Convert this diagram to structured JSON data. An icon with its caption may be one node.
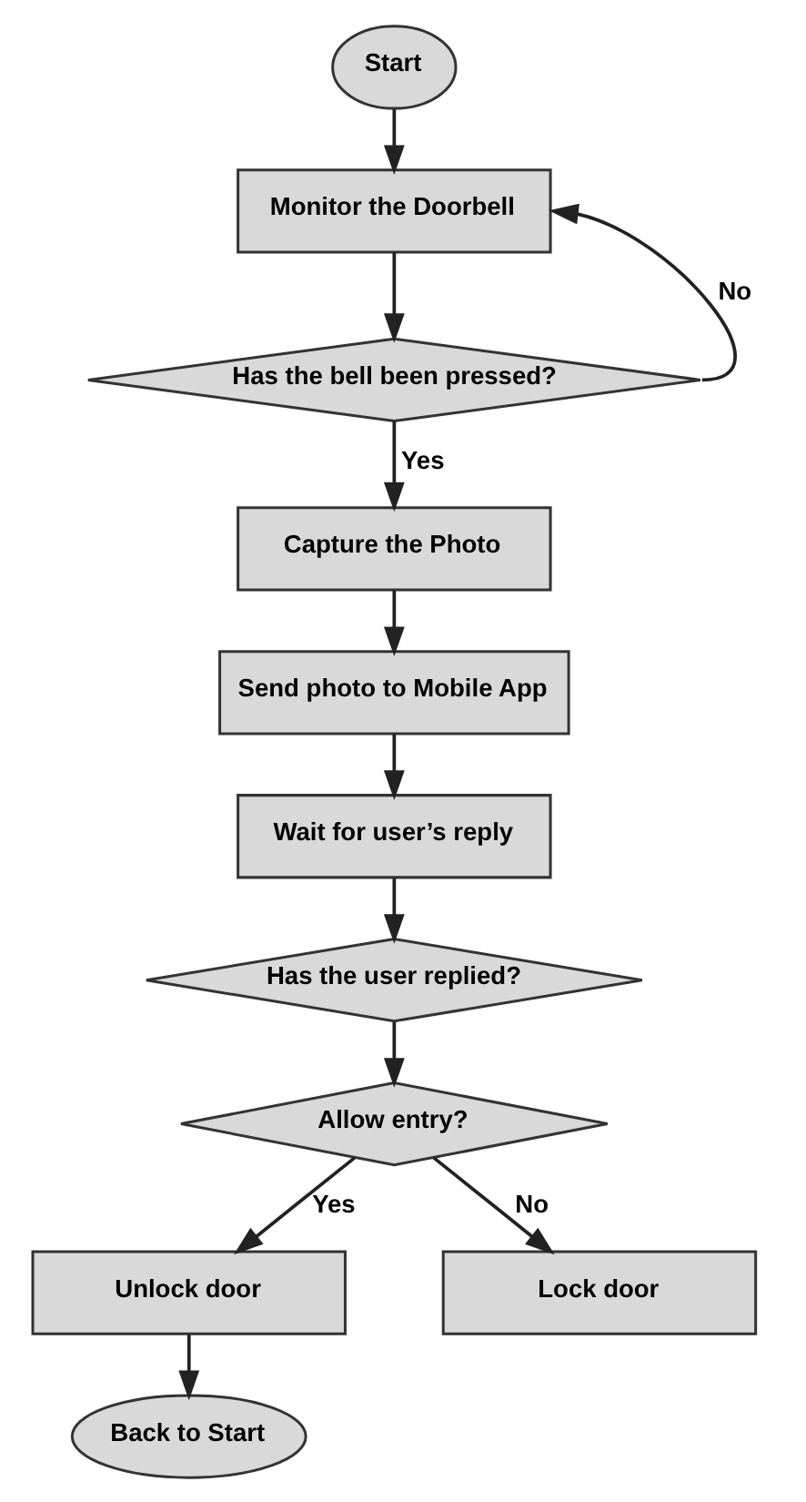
{
  "diagram": {
    "nodes": [
      {
        "text": [
          "Start"
        ]
      },
      {
        "text": [
          "Monitor the Doorbell"
        ]
      },
      {
        "text": [
          "Has the bell been pressed?"
        ]
      },
      {
        "text": [
          "Capture the Photo"
        ]
      },
      {
        "text": [
          "Send photo to Mobile App"
        ]
      },
      {
        "text": [
          "Wait for user’s reply"
        ]
      },
      {
        "text": [
          "Has the user replied?"
        ]
      },
      {
        "text": [
          "Allow entry?"
        ]
      },
      {
        "text": [
          "Unlock door"
        ]
      },
      {
        "text": [
          "Lock door"
        ]
      },
      {
        "text": [
          "Back to Start"
        ]
      }
    ],
    "edges": [
      {
        "from": 0,
        "to": 1,
        "arrow": "to"
      },
      {
        "from": 1,
        "to": 2,
        "arrow": "to"
      },
      {
        "from": 2,
        "to": 1,
        "arrow": "to",
        "label": "No"
      },
      {
        "from": 2,
        "to": 3,
        "arrow": "to",
        "label": "Yes"
      },
      {
        "from": 3,
        "to": 4,
        "arrow": "to"
      },
      {
        "from": 4,
        "to": 5,
        "arrow": "to"
      },
      {
        "from": 5,
        "to": 6,
        "arrow": "to"
      },
      {
        "from": 6,
        "to": 7,
        "arrow": "to"
      },
      {
        "from": 7,
        "to": 8,
        "arrow": "to",
        "label": "Yes"
      },
      {
        "from": 7,
        "to": 9,
        "arrow": "to",
        "label": "No"
      },
      {
        "from": 8,
        "to": 10,
        "arrow": "to"
      }
    ]
  }
}
